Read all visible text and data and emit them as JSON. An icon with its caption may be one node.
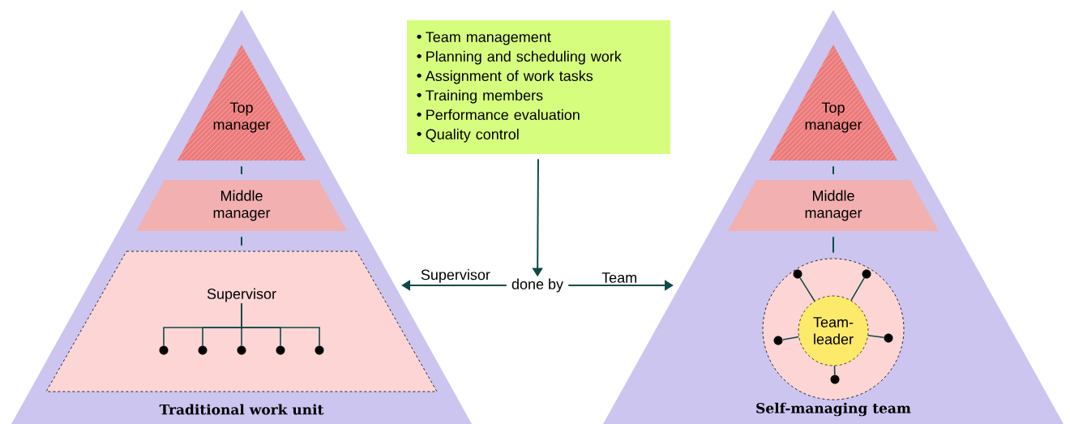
{
  "diagram": {
    "nodes": [
      {
        "text": [
          "Traditional work unit"
        ]
      },
      {
        "text": [
          "Top manager"
        ],
        "in": 0
      },
      {
        "text": [
          "Middle manager"
        ],
        "in": 0
      },
      {
        "text": [],
        "shape": "trapezoid",
        "in": 0
      },
      {
        "text": [
          "Supervisor"
        ],
        "in": 3
      },
      {
        "text": [],
        "shape": "circle",
        "in": 3
      },
      {
        "text": [],
        "shape": "circle",
        "in": 3
      },
      {
        "text": [],
        "shape": "circle",
        "in": 3
      },
      {
        "text": [],
        "shape": "circle",
        "in": 3
      },
      {
        "text": [],
        "shape": "circle",
        "in": 3
      },
      {
        "text": [
          "Self-managing team"
        ]
      },
      {
        "text": [
          "Top manager"
        ],
        "in": 10
      },
      {
        "text": [
          "Middle manager"
        ],
        "in": 10
      },
      {
        "text": [],
        "shape": "circle",
        "in": 10
      },
      {
        "text": [
          "Team-leader"
        ],
        "in": 13
      },
      {
        "text": [],
        "shape": "circle",
        "in": 13
      },
      {
        "text": [],
        "shape": "circle",
        "in": 13
      },
      {
        "text": [],
        "shape": "circle",
        "in": 13
      },
      {
        "text": [],
        "shape": "circle",
        "in": 13
      },
      {
        "text": [],
        "shape": "circle",
        "in": 13
      },
      {
        "text": [
          "Team management",
          "Planning and scheduling work",
          "Assignment of work tasks",
          "Training members",
          "Performance evaluation",
          "Quality control"
        ]
      },
      {
        "text": [
          "done by"
        ]
      }
    ],
    "edges": [
      {
        "from": 1,
        "to": 2,
        "arrow": "none"
      },
      {
        "from": 2,
        "to": 3,
        "arrow": "none"
      },
      {
        "from": 4,
        "to": 5,
        "arrow": "none"
      },
      {
        "from": 4,
        "to": 6,
        "arrow": "none"
      },
      {
        "from": 4,
        "to": 7,
        "arrow": "none"
      },
      {
        "from": 4,
        "to": 8,
        "arrow": "none"
      },
      {
        "from": 4,
        "to": 9,
        "arrow": "none"
      },
      {
        "from": 11,
        "to": 12,
        "arrow": "none"
      },
      {
        "from": 12,
        "to": 13,
        "arrow": "none"
      },
      {
        "from": 14,
        "to": 15,
        "arrow": "none"
      },
      {
        "from": 14,
        "to": 16,
        "arrow": "none"
      },
      {
        "from": 14,
        "to": 17,
        "arrow": "none"
      },
      {
        "from": 14,
        "to": 18,
        "arrow": "none"
      },
      {
        "from": 14,
        "to": 19,
        "arrow": "none"
      },
      {
        "from": 20,
        "to": 21,
        "arrow": "to"
      },
      {
        "from": 21,
        "to": 0,
        "arrow": "to",
        "label": "Supervisor"
      },
      {
        "from": 21,
        "to": 10,
        "arrow": "to",
        "label": "Team"
      }
    ]
  }
}
